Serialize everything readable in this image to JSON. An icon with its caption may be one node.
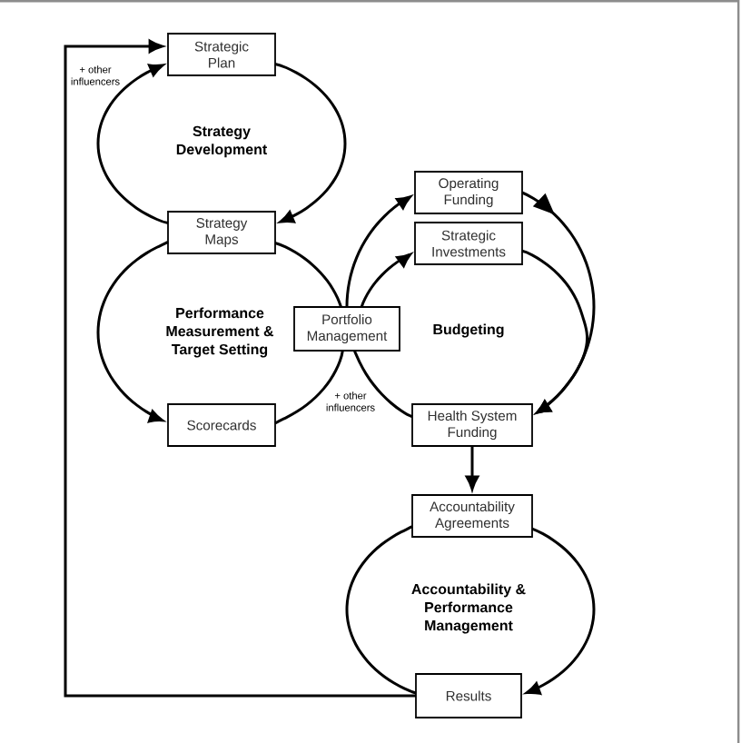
{
  "diagram": {
    "nodes": [
      {
        "text": [
          "Strategic Plan"
        ]
      },
      {
        "text": [
          "Strategy Maps"
        ]
      },
      {
        "text": [
          "Operating Funding"
        ]
      },
      {
        "text": [
          "Strategic Investments"
        ]
      },
      {
        "text": [
          "Portfolio Management"
        ]
      },
      {
        "text": [
          "Scorecards"
        ]
      },
      {
        "text": [
          "Health System Funding"
        ]
      },
      {
        "text": [
          "Accountability Agreements"
        ]
      },
      {
        "text": [
          "Results"
        ]
      }
    ],
    "edges": [
      {
        "from": 0,
        "to": 1,
        "arrow": "to"
      },
      {
        "from": 1,
        "to": 0,
        "arrow": "to"
      },
      {
        "from": 1,
        "to": 5,
        "arrow": "to"
      },
      {
        "from": 5,
        "to": 4,
        "arrow": "none"
      },
      {
        "from": 4,
        "to": 1,
        "arrow": "none"
      },
      {
        "from": 4,
        "to": 2,
        "arrow": "to"
      },
      {
        "from": 4,
        "to": 3,
        "arrow": "to"
      },
      {
        "from": 2,
        "to": 6,
        "arrow": "to"
      },
      {
        "from": 3,
        "to": 6,
        "arrow": "to"
      },
      {
        "from": 6,
        "to": 4,
        "arrow": "none"
      },
      {
        "from": 6,
        "to": 7,
        "arrow": "to"
      },
      {
        "from": 7,
        "to": 8,
        "arrow": "to"
      },
      {
        "from": 8,
        "to": 7,
        "arrow": "none"
      },
      {
        "from": 8,
        "to": 0,
        "arrow": "to"
      }
    ],
    "labels": [
      "+ other influencers",
      "Strategy Development",
      "Performance Measurement & Target Setting",
      "Budgeting",
      "+ other influencers",
      "Accountability & Performance Management"
    ]
  }
}
